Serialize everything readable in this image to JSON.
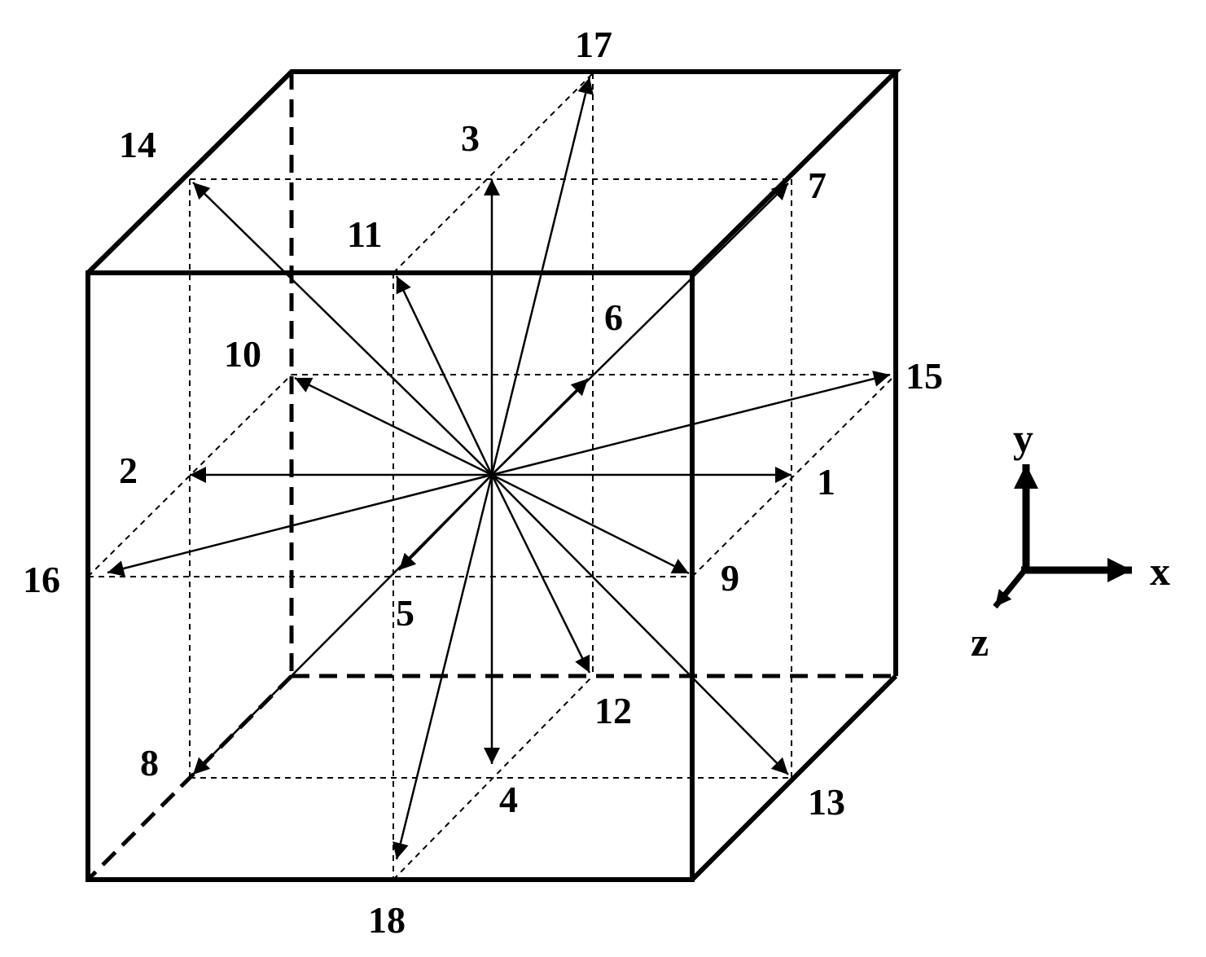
{
  "direction_labels": [
    "1",
    "2",
    "3",
    "4",
    "5",
    "6",
    "7",
    "8",
    "9",
    "10",
    "11",
    "12",
    "13",
    "14",
    "15",
    "16",
    "17",
    "18"
  ],
  "axes": {
    "x_label": "x",
    "y_label": "y",
    "z_label": "z"
  },
  "colors": {
    "line": "#000000",
    "background": "#ffffff"
  }
}
